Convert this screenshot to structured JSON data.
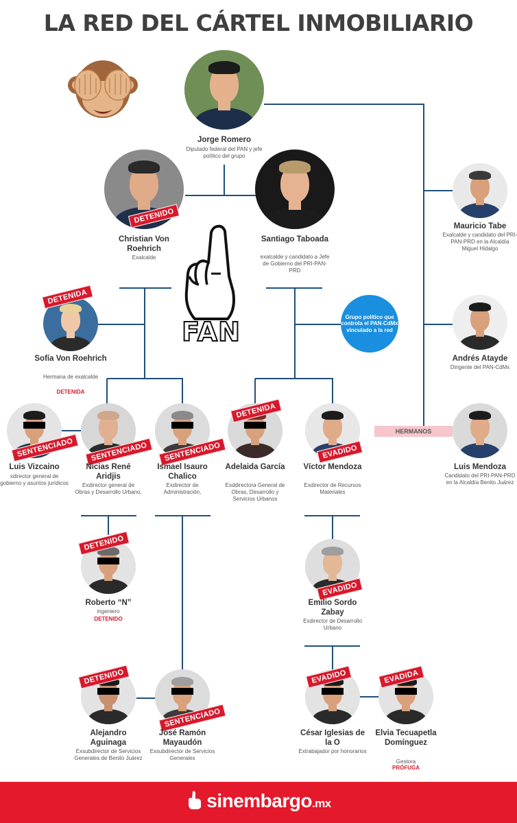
{
  "title": "LA RED DEL CÁRTEL INMOBILIARIO",
  "group_bubble": "Grupo político que controla el PAN-CdMx vinculado a la red",
  "hermanos_label": "HERMANOS",
  "fan_label": "FAN",
  "footer": {
    "brand": "sinembargo",
    "tld": ".mx"
  },
  "people": {
    "jorge": {
      "name": "Jorge Romero",
      "desc": "Diputado federal del PAN y jefe político del grupo"
    },
    "christian": {
      "name": "Christian Von Roehrich",
      "desc": "Exalcalde",
      "badge": "DETENIDO"
    },
    "santiago": {
      "name": "Santiago Taboada",
      "desc": "exalcalde y candidato a Jefe de Gobierno del PRI-PAN-PRD"
    },
    "mauricio": {
      "name": "Mauricio Tabe",
      "desc": "Exalcalde y candidato del PRI-PAN-PRD en la Alcaldía Miguel Hidalgo"
    },
    "sofia": {
      "name": "Sofía Von Roehrich",
      "desc": "Hermana de exalcalde",
      "status": "DETENIDA",
      "badge": "DETENIDA"
    },
    "andres": {
      "name": "Andrés Atayde",
      "desc": "Dirigente del PAN-CdMx"
    },
    "vizcaino": {
      "name": "Luis Vizcaino",
      "desc": "xdirector general de gobierno y asuntos jurídicos",
      "badge": "SENTENCIADO"
    },
    "nicias": {
      "name": "Nicias René Aridjis",
      "desc": "Exdirector general de Obras y Desarrollo Urbano,",
      "badge": "SENTENCIADO"
    },
    "ismael": {
      "name": "Ismael Isauro Chalico",
      "desc": "Exdirector de Administración,",
      "badge": "SENTENCIADO"
    },
    "adelaida": {
      "name": "Adelaida García",
      "desc": "Exddirectora General de Obras, Desarrollo y Servicios Urbanos",
      "badge": "DETENIDA"
    },
    "victor": {
      "name": "Víctor Mendoza",
      "desc": "Exdirector de Recursos Materiales",
      "badge": "EVADIDO"
    },
    "luis_mendoza": {
      "name": "Luis Mendoza",
      "desc": "Candidato del PRI-PAN-PRD en la Alcaldía Benito Juárez"
    },
    "roberto": {
      "name": "Roberto “N”",
      "desc": "ingeniero",
      "status": "DETENIDO",
      "badge": "DETENIDO"
    },
    "emilio": {
      "name": "Emilio Sordo Zabay",
      "desc": "Exdirector de Desarrollo Urbano",
      "badge": "EVADIDO"
    },
    "alejandro": {
      "name": "Alejandro Aguinaga",
      "desc": "Exsubdirector de Servicios Generales de Benito Juárez",
      "badge": "DETENIDO"
    },
    "jose": {
      "name": "José Ramón Mayaudón",
      "desc": "Exsubdirector de Servicios Generales",
      "badge": "SENTENCIADO"
    },
    "cesar": {
      "name": "César Iglesias de la O",
      "desc": "Extrabajador por honorarios",
      "badge": "EVADIDO"
    },
    "elvia": {
      "name": "Elvia Tecuapetla Domínguez",
      "desc": "Gestora",
      "status": "PRÓFUGA",
      "badge": "EVADIDA"
    }
  },
  "colors": {
    "line": "#1f4f7a",
    "badge": "#d7192c",
    "bubble": "#1a8fe0",
    "footer": "#e4192b"
  }
}
